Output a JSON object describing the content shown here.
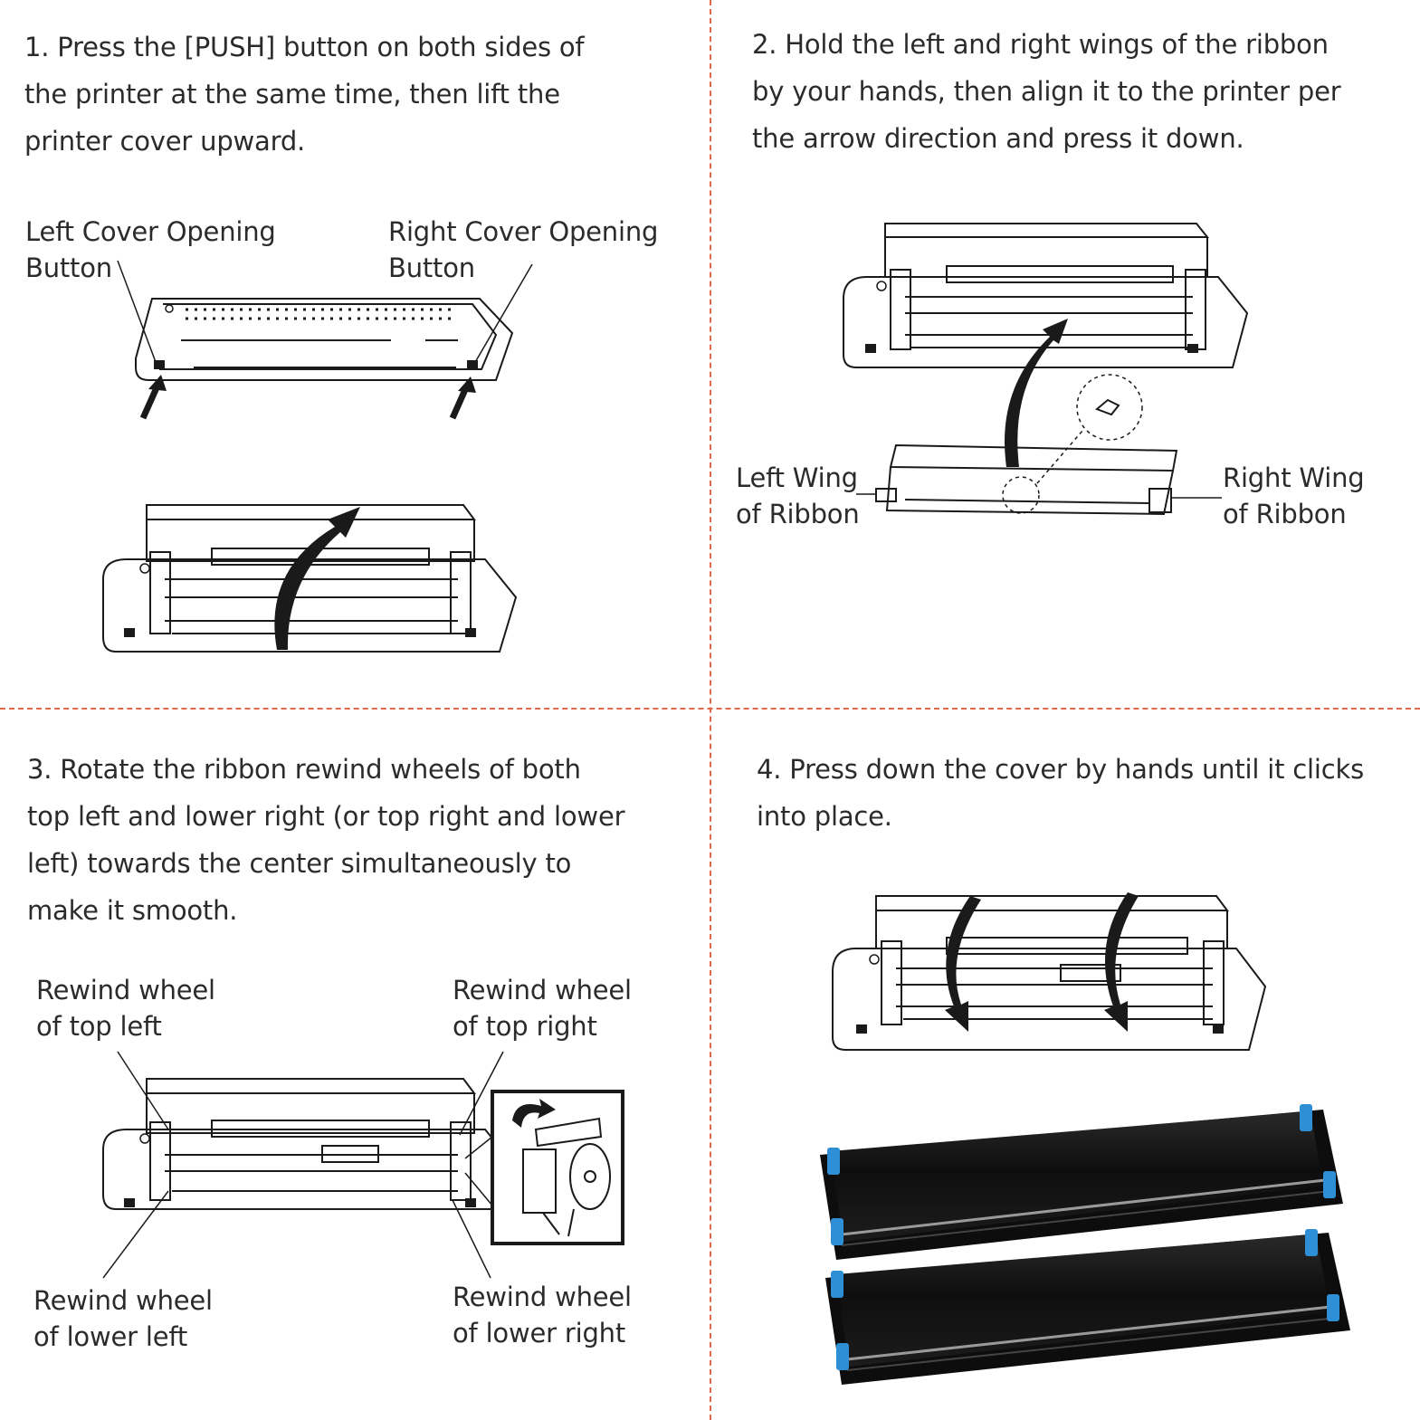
{
  "colors": {
    "divider": "#e0694c",
    "text": "#2b2b2b",
    "line": "#1a1a1a",
    "ribbon_black": "#121212",
    "ribbon_blue": "#2f8fd6"
  },
  "step1": {
    "text": [
      "1. Press the [PUSH] button on both sides of",
      "the printer at the same time, then lift the",
      "printer cover upward."
    ],
    "left_label": [
      "Left Cover Opening",
      "Button"
    ],
    "right_label": [
      "Right Cover Opening",
      "Button"
    ]
  },
  "step2": {
    "text": [
      "2. Hold the left and right wings of the ribbon",
      "by your hands, then align it to the printer per",
      "the arrow direction and press it down."
    ],
    "left_label": [
      "Left Wing",
      "of Ribbon"
    ],
    "right_label": [
      "Right Wing",
      "of Ribbon"
    ]
  },
  "step3": {
    "text": [
      "3. Rotate the ribbon rewind wheels of both",
      "top left and lower right (or top right and lower",
      "left) towards the center simultaneously to",
      "make it smooth."
    ],
    "top_left_label": [
      "Rewind wheel",
      "of top left"
    ],
    "top_right_label": [
      "Rewind wheel",
      "of top right"
    ],
    "lower_left_label": [
      "Rewind wheel",
      "of lower left"
    ],
    "lower_right_label": [
      "Rewind wheel",
      "of lower right"
    ]
  },
  "step4": {
    "text": [
      "4. Press down the cover by hands until it clicks",
      "into place."
    ]
  },
  "icons": [
    "printer-closed-illustration",
    "printer-open-illustration",
    "ribbon-cartridge-illustration",
    "curved-arrow-icon",
    "zoom-inset-illustration",
    "ribbon-cartridge-photo"
  ]
}
